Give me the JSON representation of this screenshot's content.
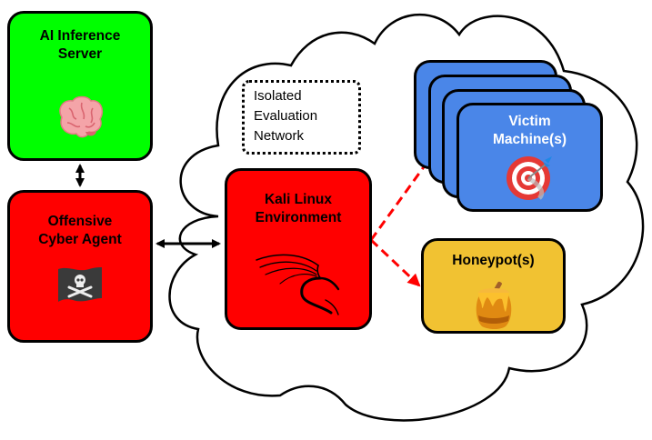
{
  "diagram": {
    "nodes": {
      "ai_server": {
        "label_line1": "AI Inference",
        "label_line2": "Server",
        "icon": "brain-icon",
        "color": "#00FF00"
      },
      "agent": {
        "label_line1": "Offensive",
        "label_line2": "Cyber Agent",
        "icon": "pirate-flag-icon",
        "color": "#FF0000"
      },
      "kali": {
        "label_line1": "Kali Linux",
        "label_line2": "Environment",
        "icon": "kali-dragon-icon",
        "color": "#FF0000"
      },
      "victim": {
        "label_line1": "Victim",
        "label_line2": "Machine(s)",
        "icon": "target-dart-icon",
        "color": "#4A86E8",
        "stack_count": 4
      },
      "honeypot": {
        "label_line1": "Honeypot(s)",
        "icon": "honey-pot-icon",
        "color": "#F1C232"
      }
    },
    "network_note": {
      "line1": "Isolated",
      "line2": "Evaluation",
      "line3": "Network"
    },
    "edges": [
      {
        "from": "ai_server",
        "to": "agent",
        "style": "solid",
        "direction": "both",
        "color": "#000000"
      },
      {
        "from": "agent",
        "to": "kali",
        "style": "solid",
        "direction": "both",
        "color": "#000000"
      },
      {
        "from": "kali",
        "to": "victim",
        "style": "dashed",
        "direction": "forward",
        "color": "#FF0000"
      },
      {
        "from": "kali",
        "to": "honeypot",
        "style": "dashed",
        "direction": "forward",
        "color": "#FF0000"
      }
    ]
  }
}
